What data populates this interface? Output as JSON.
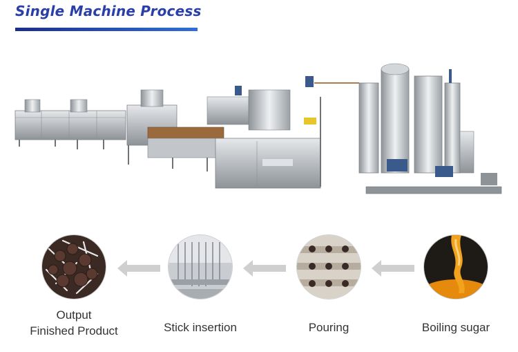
{
  "header": {
    "title": "Single Machine Process"
  },
  "steps": [
    {
      "label_line1": "Output",
      "label_line2": "Finished Product",
      "icon": "lollipop-candies-icon"
    },
    {
      "label": "Stick insertion",
      "icon": "stick-insertion-icon"
    },
    {
      "label": "Pouring",
      "icon": "candy-mould-icon"
    },
    {
      "label": "Boiling sugar",
      "icon": "syrup-icon"
    }
  ],
  "colors": {
    "title": "#2b3fa8",
    "accent_dark": "#1b2d8c",
    "accent_light": "#2f6fd6",
    "arrow": "#cfcfcf",
    "label": "#333333",
    "syrup": "#e68a0e"
  }
}
